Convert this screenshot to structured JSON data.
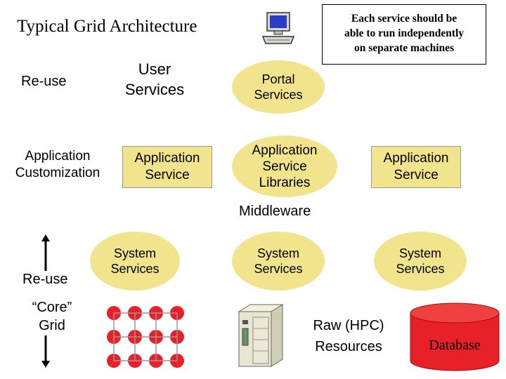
{
  "title": "Typical Grid Architecture",
  "note": [
    "Each service should be",
    "able to run independently",
    "on separate machines"
  ],
  "left_labels": {
    "reuse_top": "Re-use",
    "app_customization": [
      "Application",
      "Customization"
    ],
    "reuse_bottom": "Re-use",
    "core_grid": [
      "“Core”",
      "Grid"
    ]
  },
  "user_services": [
    "User",
    "Services"
  ],
  "portal_services": [
    "Portal",
    "Services"
  ],
  "app_service_left": [
    "Application",
    "Service"
  ],
  "app_service_libraries": [
    "Application",
    "Service",
    "Libraries"
  ],
  "app_service_right": [
    "Application",
    "Service"
  ],
  "middleware": "Middleware",
  "system_services": [
    [
      "System",
      "Services"
    ],
    [
      "System",
      "Services"
    ],
    [
      "System",
      "Services"
    ]
  ],
  "raw_resources": [
    "Raw (HPC)",
    "Resources"
  ],
  "database": "Database",
  "icons": [
    "computer-terminal-icon",
    "grid-nodes-icon",
    "server-cabinet-icon",
    "database-cylinder-icon",
    "up-arrow-icon",
    "down-arrow-icon"
  ],
  "colors": {
    "service_fill": "#f2e48d",
    "grid_node": "#e8202a",
    "database": "#e8202a"
  }
}
